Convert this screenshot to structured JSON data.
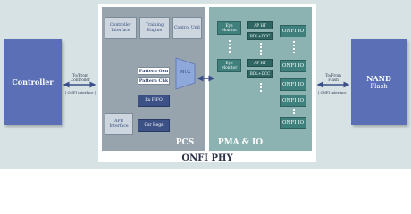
{
  "controller": "Controller",
  "nand": {
    "line1": "NAND",
    "line2": "Flash"
  },
  "left_link": {
    "line1": "To/From",
    "line2": "Controller",
    "line3": "( ONFI interface )"
  },
  "right_link": {
    "line1": "To/From",
    "line2": "Flash",
    "line3": "( ONFI interface )"
  },
  "pcs": {
    "label": "PCS",
    "controller_interface": "Controller Interface",
    "training_engine": "Training Engine",
    "control_unit": "Control Unit",
    "pattern_gen": "Pattern Gen",
    "pattern_chk": "Pattern Chk",
    "rx_fifo": "Rx FIFO",
    "apb_interface": "APB Interface",
    "csr_regs": "Csr Regs",
    "mux": "MUX"
  },
  "pma": {
    "label": "PMA & IO",
    "eye_monitor_1": "Eye Monitor",
    "eye_monitor_2": "Eye Monitor",
    "ap_ht_1": "AP HT",
    "ap_ht_2": "AP HT",
    "bdl_dcc_1": "BDL+DCC",
    "bdl_dcc_2": "BDL+DCC",
    "onfi_io": [
      "ONFI IO",
      "ONFI IO",
      "ONFI IO",
      "ONFI IO",
      "ONFI IO"
    ]
  },
  "title": "ONFI PHY"
}
